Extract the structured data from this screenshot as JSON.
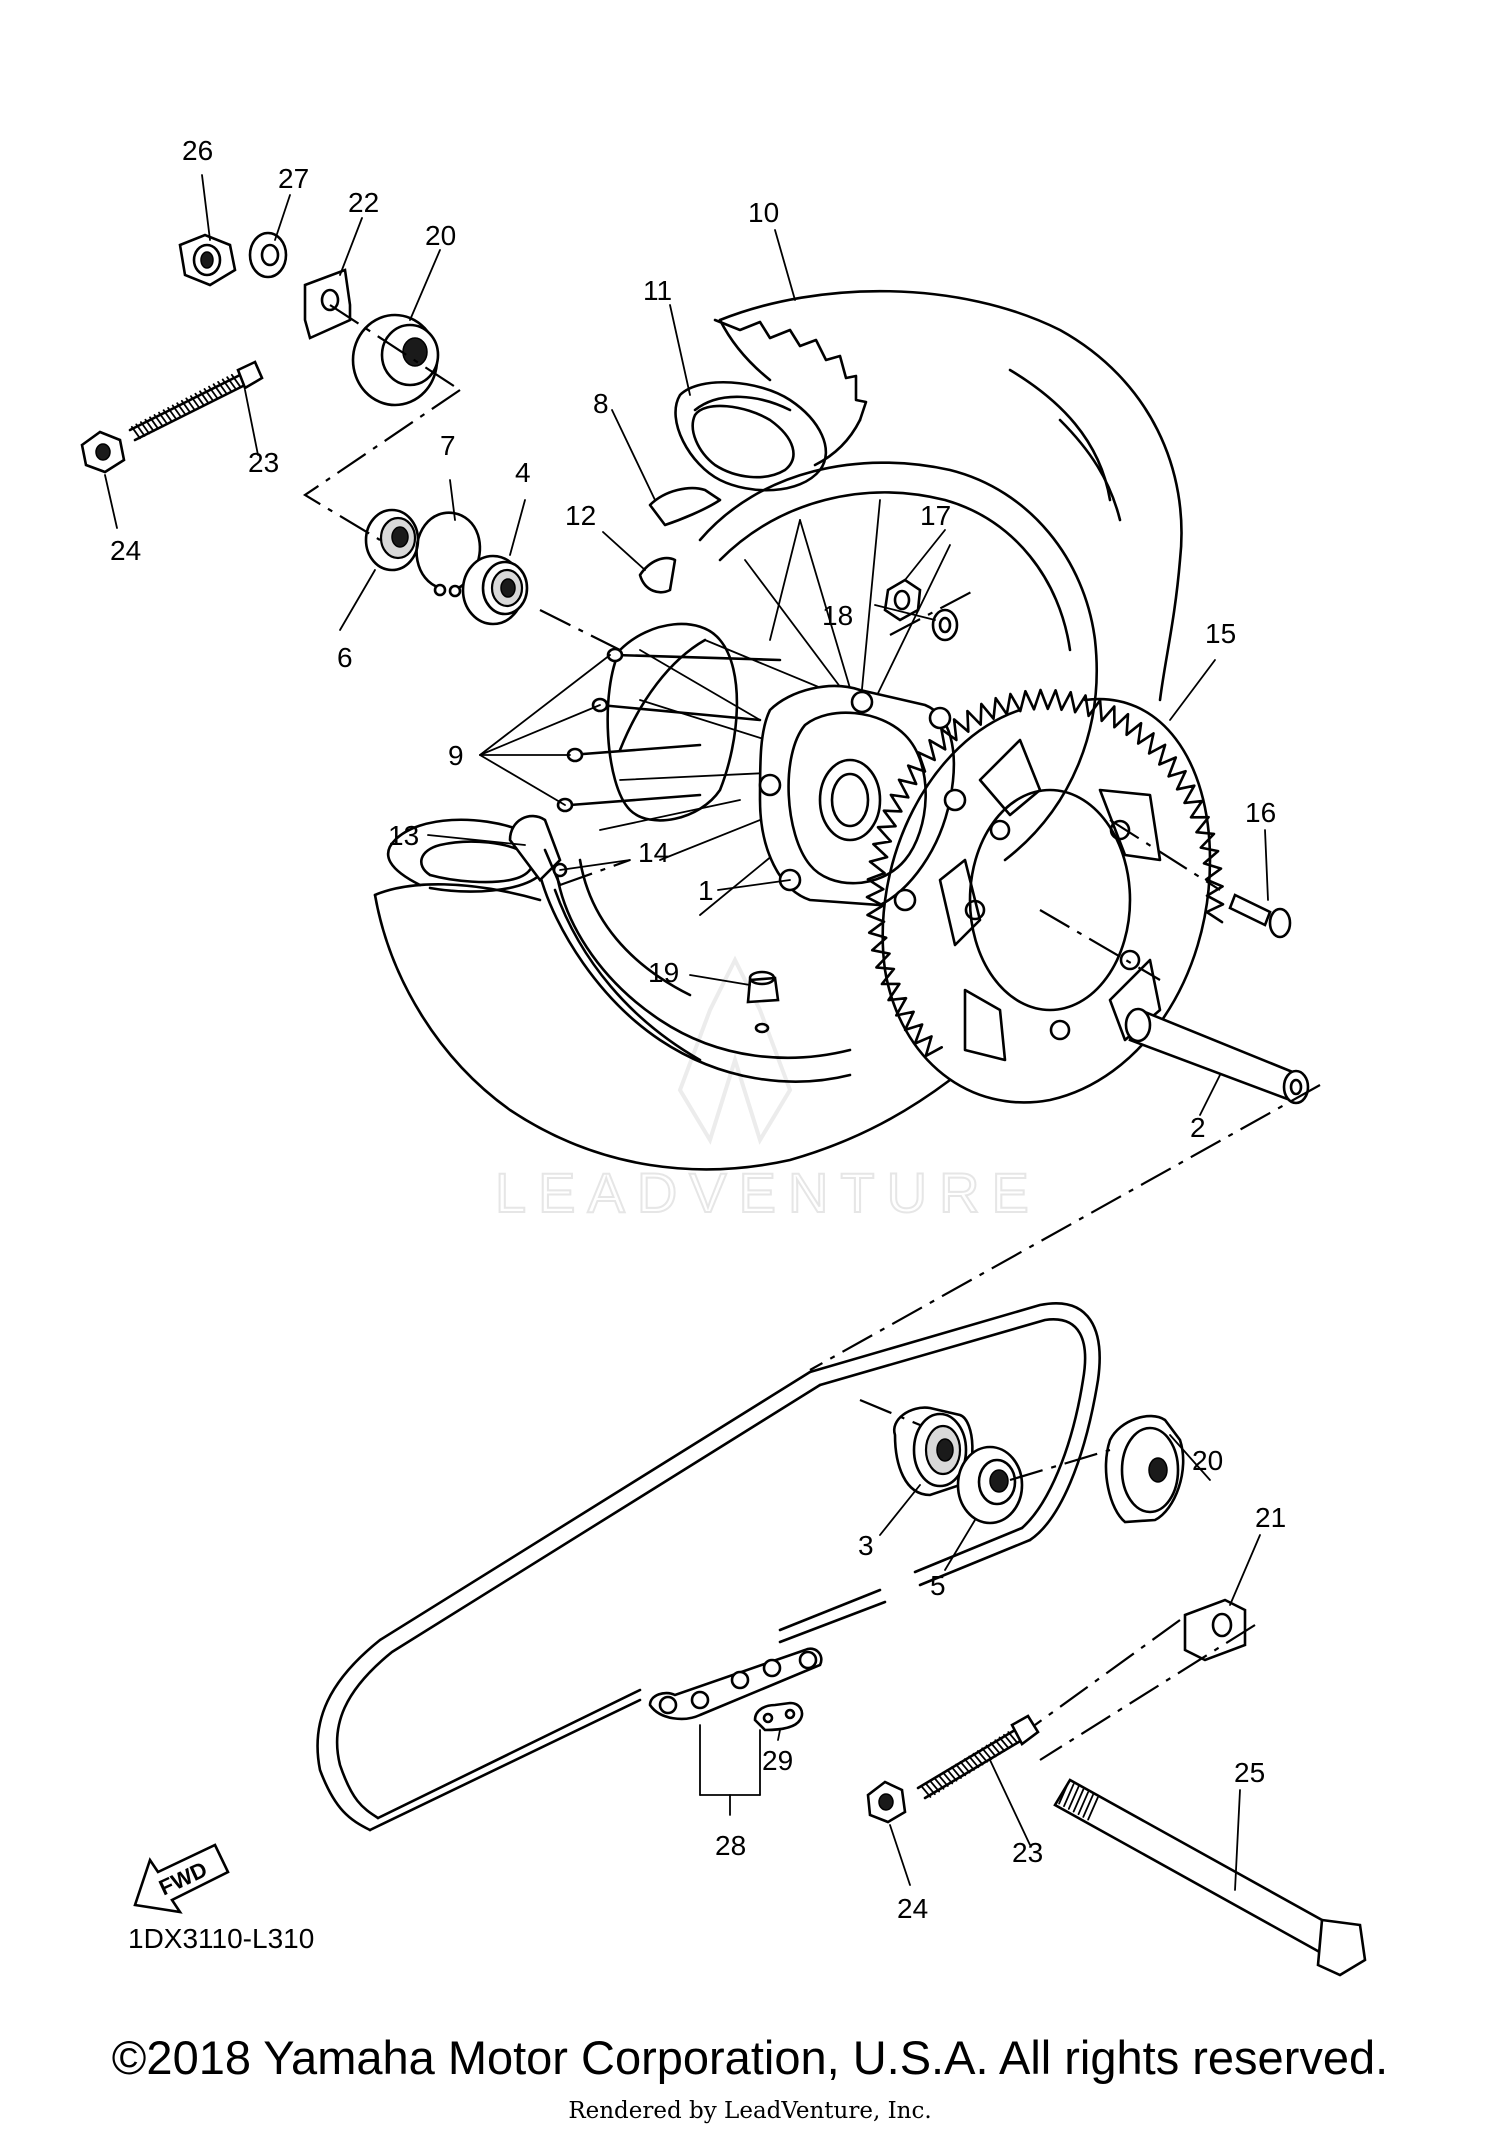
{
  "diagram": {
    "callouts": [
      {
        "id": "c26",
        "label": "26"
      },
      {
        "id": "c27",
        "label": "27"
      },
      {
        "id": "c22",
        "label": "22"
      },
      {
        "id": "c20a",
        "label": "20"
      },
      {
        "id": "c23a",
        "label": "23"
      },
      {
        "id": "c24a",
        "label": "24"
      },
      {
        "id": "c7",
        "label": "7"
      },
      {
        "id": "c4",
        "label": "4"
      },
      {
        "id": "c6",
        "label": "6"
      },
      {
        "id": "c10",
        "label": "10"
      },
      {
        "id": "c11",
        "label": "11"
      },
      {
        "id": "c8",
        "label": "8"
      },
      {
        "id": "c12",
        "label": "12"
      },
      {
        "id": "c17",
        "label": "17"
      },
      {
        "id": "c18",
        "label": "18"
      },
      {
        "id": "c15",
        "label": "15"
      },
      {
        "id": "c9",
        "label": "9"
      },
      {
        "id": "c16",
        "label": "16"
      },
      {
        "id": "c13",
        "label": "13"
      },
      {
        "id": "c14",
        "label": "14"
      },
      {
        "id": "c1",
        "label": "1"
      },
      {
        "id": "c19",
        "label": "19"
      },
      {
        "id": "c2",
        "label": "2"
      },
      {
        "id": "c3",
        "label": "3"
      },
      {
        "id": "c5",
        "label": "5"
      },
      {
        "id": "c20b",
        "label": "20"
      },
      {
        "id": "c21",
        "label": "21"
      },
      {
        "id": "c29",
        "label": "29"
      },
      {
        "id": "c28",
        "label": "28"
      },
      {
        "id": "c23b",
        "label": "23"
      },
      {
        "id": "c25",
        "label": "25"
      },
      {
        "id": "c24b",
        "label": "24"
      }
    ],
    "fwd_label": "FWD",
    "diagram_code": "1DX3110-L310",
    "watermark": "LEADVENTURE"
  },
  "footer": {
    "copyright": "©2018 Yamaha Motor Corporation, U.S.A. All rights reserved.",
    "rendered_by": "Rendered by LeadVenture, Inc."
  }
}
